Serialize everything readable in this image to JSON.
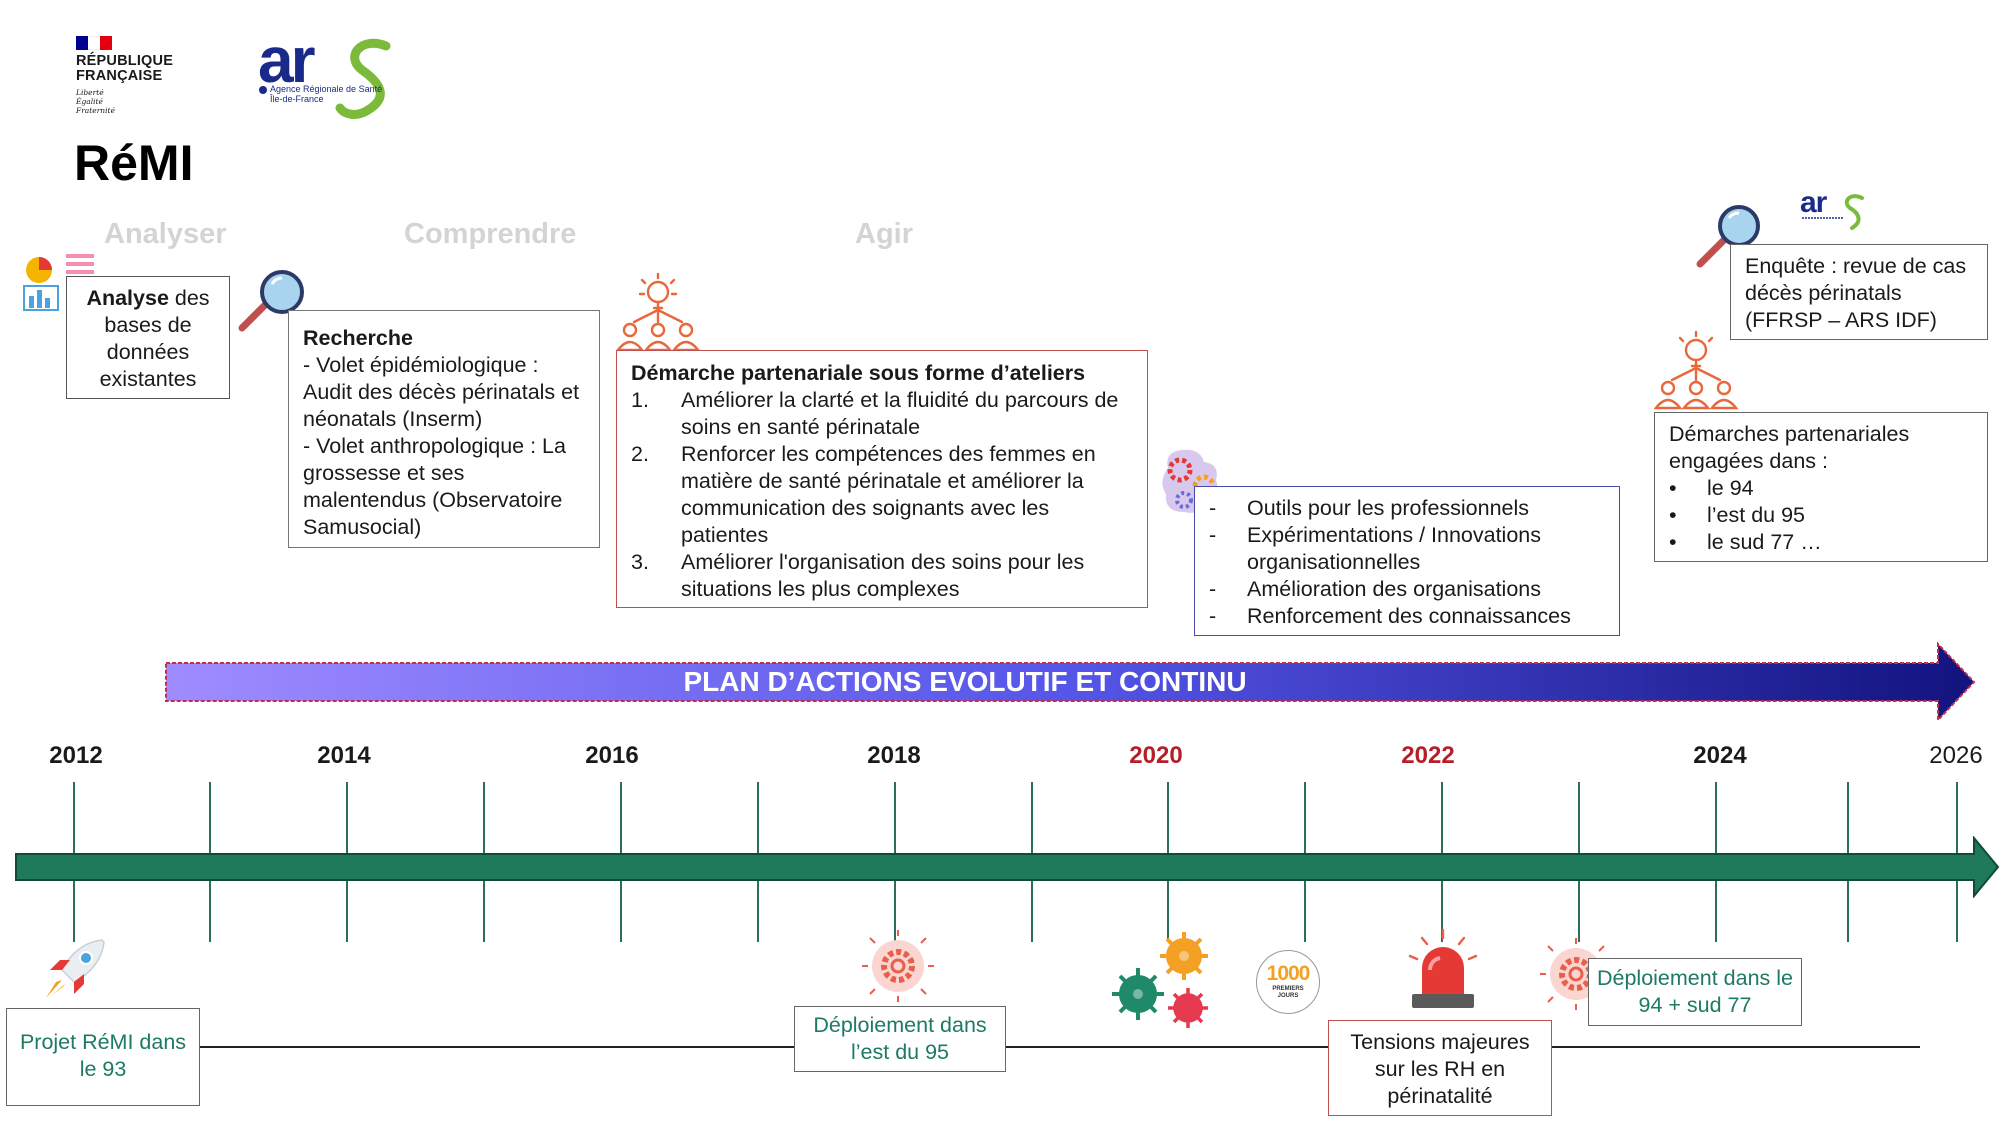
{
  "header": {
    "gov_logo_lines": [
      "RÉPUBLIQUE",
      "FRANÇAISE"
    ],
    "gov_motto": [
      "Liberté",
      "Égalité",
      "Fraternité"
    ],
    "ars_logo_text": "ars",
    "ars_logo_sub": [
      "Agence Régionale de Santé",
      "Île-de-France"
    ],
    "title": "RéMI"
  },
  "phases": [
    "Analyser",
    "Comprendre",
    "Agir"
  ],
  "boxes": {
    "analyse": {
      "bold": "Analyse",
      "rest": " des bases de données existantes"
    },
    "recherche": {
      "title": "Recherche",
      "lines": [
        "- Volet épidémiologique : Audit des décès périnatals et néonatals (Inserm)",
        "- Volet anthropologique : La grossesse et ses malentendus (Observatoire Samusocial)"
      ]
    },
    "demarche": {
      "title": "Démarche partenariale sous forme d’ateliers",
      "items": [
        {
          "num": "1.",
          "text": "Améliorer la clarté et la fluidité du parcours de soins en santé périnatale"
        },
        {
          "num": "2.",
          "text": "Renforcer les compétences des femmes en matière de santé périnatale et améliorer la communication des soignants avec les patientes"
        },
        {
          "num": "3.",
          "text": "Améliorer l'organisation des soins pour les situations les plus complexes"
        }
      ]
    },
    "outils": {
      "items": [
        "Outils pour les professionnels",
        "Expérimentations / Innovations organisationnelles",
        "Amélioration des organisations",
        "Renforcement des connaissances"
      ]
    },
    "enquete": {
      "text": "Enquête : revue de cas décès périnatals (FFRSP – ARS IDF)"
    },
    "partenariales": {
      "intro": "Démarches partenariales engagées dans :",
      "items": [
        "le 94",
        "l’est du 95",
        "le sud 77 …"
      ]
    }
  },
  "plan_banner": "PLAN D’ACTIONS EVOLUTIF ET CONTINU",
  "timeline": {
    "years": [
      {
        "label": "2012",
        "highlight": false,
        "bold": true
      },
      {
        "label": "2014",
        "highlight": false,
        "bold": true
      },
      {
        "label": "2016",
        "highlight": false,
        "bold": true
      },
      {
        "label": "2018",
        "highlight": false,
        "bold": true
      },
      {
        "label": "2020",
        "highlight": true,
        "bold": true
      },
      {
        "label": "2022",
        "highlight": true,
        "bold": true
      },
      {
        "label": "2024",
        "highlight": false,
        "bold": true
      },
      {
        "label": "2026",
        "highlight": false,
        "bold": false
      }
    ],
    "highlight_color": "#b3202a"
  },
  "events": {
    "projet": "Projet RéMI dans le 93",
    "deploiement95": "Déploiement dans l’est du 95",
    "tensions": "Tensions majeures sur les RH en périnatalité",
    "deploiement94": "Déploiement dans le 94 + sud 77",
    "badge_1000": "1000",
    "badge_sub": "PREMIERS JOURS"
  },
  "colors": {
    "timeline_green": "#1e7a5a",
    "banner_start": "#9f8cff",
    "banner_end": "#12137e",
    "event_green": "#1e7a64",
    "event_red_border": "#c0504d",
    "box_blue_border": "#4a4aa8"
  }
}
